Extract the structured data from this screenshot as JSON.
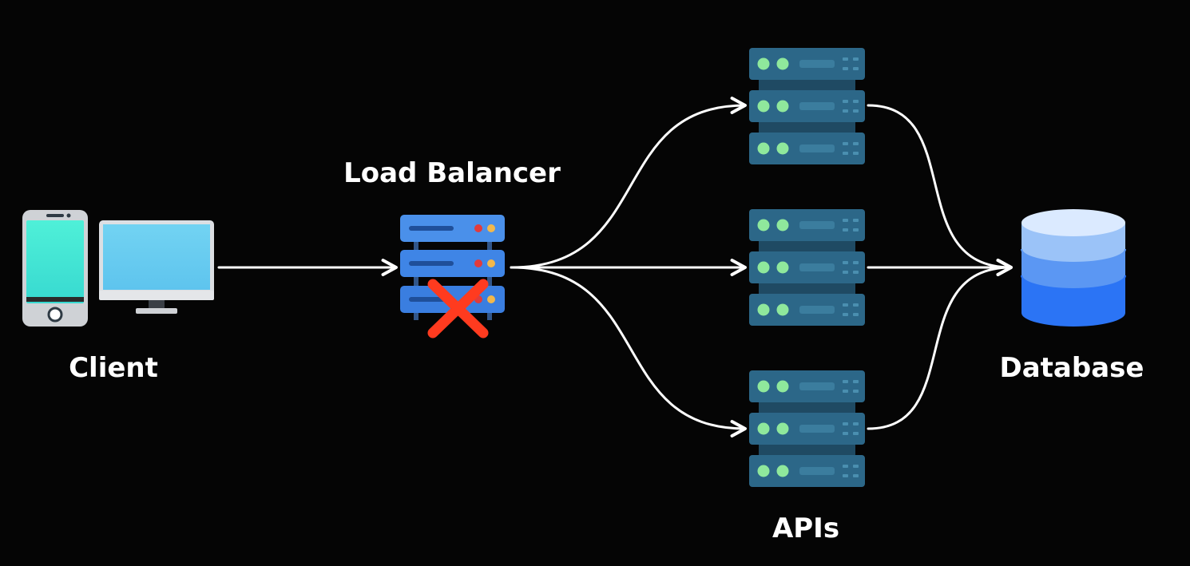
{
  "labels": {
    "client": "Client",
    "load_balancer": "Load Balancer",
    "apis": "APIs",
    "database": "Database"
  },
  "status": {
    "load_balancer_failed": true
  },
  "icons": {
    "client": [
      "smartphone-icon",
      "desktop-monitor-icon"
    ],
    "load_balancer": "server-icon",
    "load_balancer_status": "failure-x-icon",
    "apis": "server-rack-icon",
    "database": "database-icon"
  },
  "colors": {
    "background": "#050505",
    "arrow": "#ffffff",
    "label": "#ffffff",
    "phone_screen": "#3fe6d4",
    "monitor_screen": "#62c9f0",
    "load_balancer_server": "#3f85e6",
    "api_server": "#2c6788",
    "server_led": "#8fe89c",
    "failure_x": "#ff3b1f",
    "database_top": "#d7e9ff",
    "database_bottom": "#1f6bf5"
  }
}
